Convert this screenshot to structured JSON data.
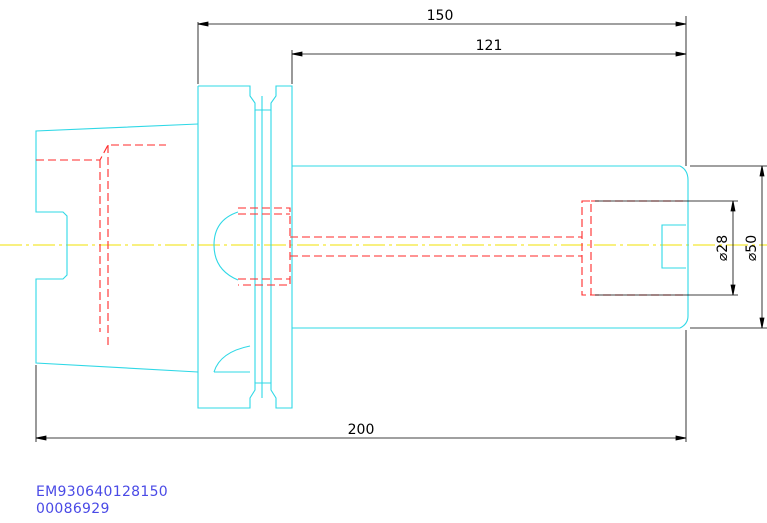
{
  "dimensions": {
    "total_length": "150",
    "shank_length": "121",
    "overall_length": "200",
    "bore_diameter": "⌀28",
    "outer_diameter": "⌀50"
  },
  "part_info": {
    "code": "EM930640128150",
    "number": "00086929"
  },
  "colors": {
    "outline": "#2fd8e6",
    "hidden": "#ff2a2a",
    "centerline": "#f0e000",
    "dimension": "#000000",
    "code_text": "#4a4ae6"
  }
}
